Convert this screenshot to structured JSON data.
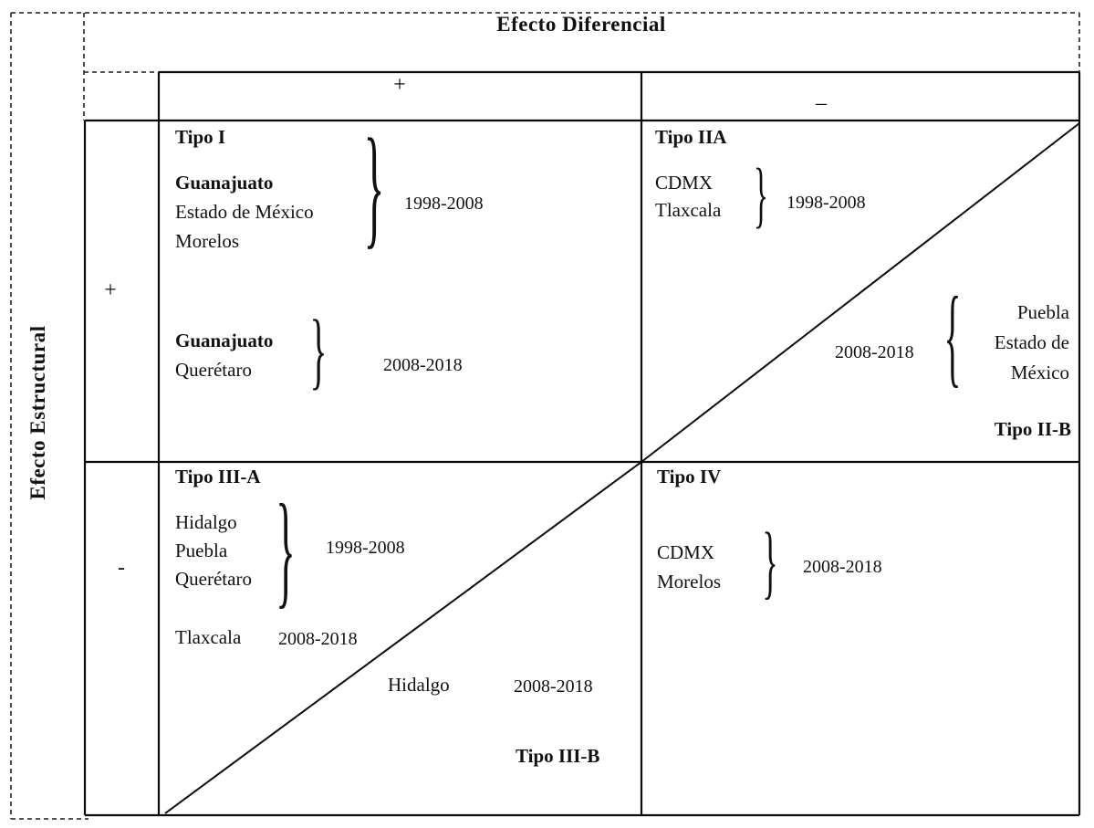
{
  "figure": {
    "top_axis": {
      "title": "Efecto Diferencial",
      "positive_sign": "+",
      "negative_sign": "–"
    },
    "left_axis": {
      "title": "Efecto Estructural",
      "positive_sign": "+",
      "negative_sign": "-"
    },
    "quadrants": {
      "tipo1": {
        "label": "Tipo I",
        "groups": [
          {
            "states": [
              "Guanajuato",
              "Estado de México",
              "Morelos"
            ],
            "period": "1998-2008",
            "brace": "}"
          },
          {
            "states": [
              "Guanajuato",
              "Querétaro"
            ],
            "period": "2008-2018",
            "brace": "}"
          }
        ]
      },
      "tipo2a": {
        "label": "Tipo IIA",
        "groups": [
          {
            "states": [
              "CDMX",
              "Tlaxcala"
            ],
            "period": "1998-2008",
            "brace": "}"
          }
        ]
      },
      "tipo2b": {
        "label": "Tipo II-B",
        "groups": [
          {
            "states": [
              "Puebla",
              "Estado de",
              "México"
            ],
            "period": "2008-2018",
            "brace": "{"
          }
        ]
      },
      "tipo3a": {
        "label": "Tipo III-A",
        "groups": [
          {
            "states": [
              "Hidalgo",
              "Puebla",
              "Querétaro"
            ],
            "period": "1998-2008",
            "brace": "}"
          },
          {
            "states": [
              "Tlaxcala"
            ],
            "period": "2008-2018"
          }
        ]
      },
      "tipo3b": {
        "label": "Tipo III-B",
        "groups": [
          {
            "states": [
              "Hidalgo"
            ],
            "period": "2008-2018"
          }
        ]
      },
      "tipo4": {
        "label": "Tipo IV",
        "groups": [
          {
            "states": [
              "CDMX",
              "Morelos"
            ],
            "period": "2008-2018",
            "brace": "}"
          }
        ]
      }
    }
  }
}
